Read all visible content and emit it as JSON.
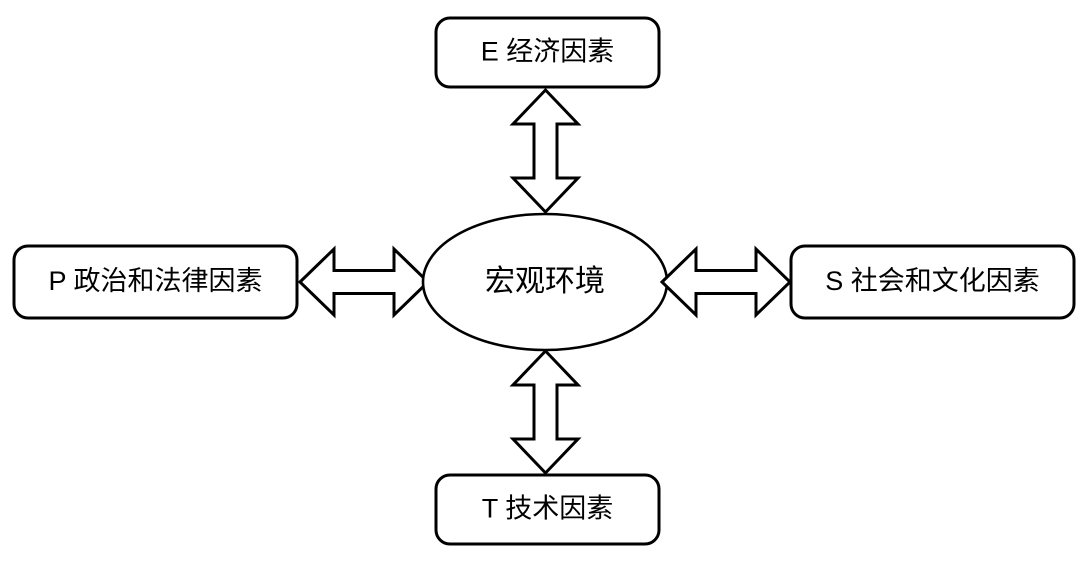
{
  "diagram": {
    "type": "pest-macro-environment",
    "background_color": "#ffffff",
    "stroke_color": "#000000",
    "fill_color": "#ffffff",
    "center": {
      "label": "宏观环境",
      "shape": "ellipse"
    },
    "nodes": [
      {
        "id": "economic",
        "label": "E 经济因素",
        "position": "top",
        "shape": "rounded-rectangle"
      },
      {
        "id": "political",
        "label": "P 政治和法律因素",
        "position": "left",
        "shape": "rounded-rectangle"
      },
      {
        "id": "social",
        "label": "S 社会和文化因素",
        "position": "right",
        "shape": "rounded-rectangle"
      },
      {
        "id": "technological",
        "label": "T 技术因素",
        "position": "bottom",
        "shape": "rounded-rectangle"
      }
    ],
    "connectors": [
      {
        "id": "top-connector",
        "from": "economic",
        "to": "center",
        "style": "double-headed-block-arrow",
        "orientation": "vertical"
      },
      {
        "id": "left-connector",
        "from": "political",
        "to": "center",
        "style": "double-headed-block-arrow",
        "orientation": "horizontal"
      },
      {
        "id": "right-connector",
        "from": "center",
        "to": "social",
        "style": "double-headed-block-arrow",
        "orientation": "horizontal"
      },
      {
        "id": "bottom-connector",
        "from": "center",
        "to": "technological",
        "style": "double-headed-block-arrow",
        "orientation": "vertical"
      }
    ]
  }
}
